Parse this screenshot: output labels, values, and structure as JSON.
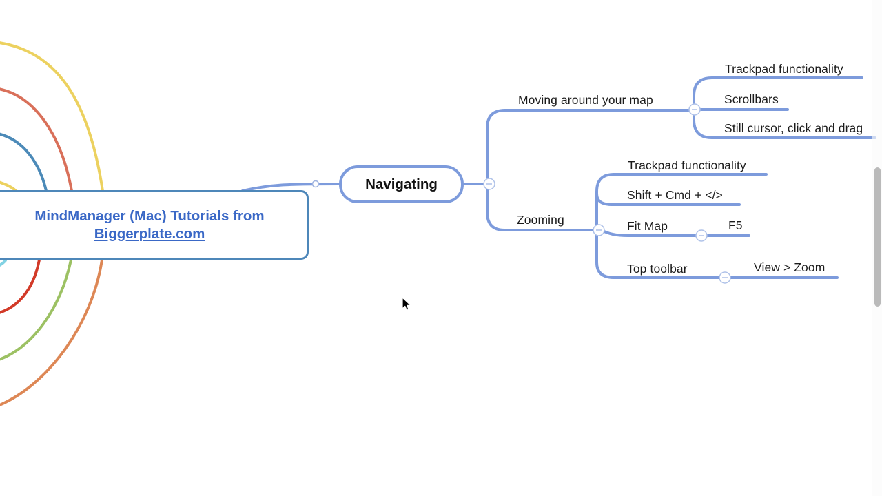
{
  "app": "MindManager (Mac) mind map canvas",
  "central_topic": {
    "title_line1": "MindManager (Mac) Tutorials from",
    "title_line2": "Biggerplate.com"
  },
  "main_topic": {
    "label": "Navigating"
  },
  "branches": [
    {
      "label": "Moving around your map",
      "children": [
        {
          "label": "Trackpad functionality"
        },
        {
          "label": "Scrollbars"
        },
        {
          "label": "Still cursor, click and drag"
        }
      ]
    },
    {
      "label": "Zooming",
      "children": [
        {
          "label": "Trackpad functionality"
        },
        {
          "label": "Shift + Cmd + </>"
        },
        {
          "label": "Fit Map",
          "detail": "F5"
        },
        {
          "label": "Top toolbar",
          "detail": "View > Zoom"
        }
      ]
    }
  ],
  "colors": {
    "branch_line": "#7d9bdc",
    "central_border": "#4e87b9",
    "central_text": "#3a68c6",
    "topic_text": "#1c1c1c",
    "collapse_stroke": "#aec1e8",
    "curve_yellow": "#ecd15f",
    "curve_orange_red": "#d9705a",
    "curve_blue": "#4c8ab8",
    "curve_cyan": "#82d2e3",
    "curve_red": "#d23a28",
    "curve_green": "#9cc163",
    "curve_orange": "#dd8755",
    "scrollbar_thumb": "#bababa"
  }
}
